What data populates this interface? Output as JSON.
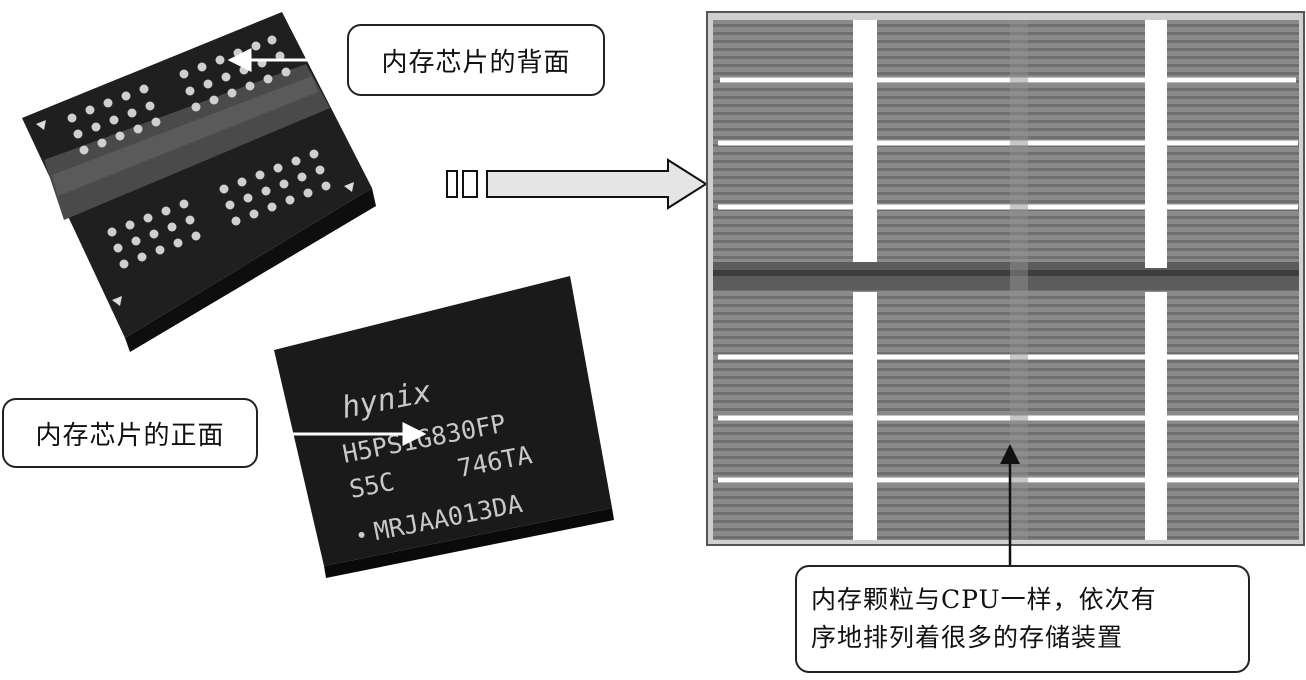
{
  "callouts": {
    "back": "内存芯片的背面",
    "front": "内存芯片的正面",
    "die_line1": "内存颗粒与CPU一样，依次有",
    "die_line2": "序地排列着很多的存储装置"
  },
  "chip_front_marking": {
    "brand": "hynix",
    "line1": "H5PS1G830FP",
    "line2a": "S5C",
    "line2b": "746TA",
    "line3": "MRJAA013DA"
  }
}
